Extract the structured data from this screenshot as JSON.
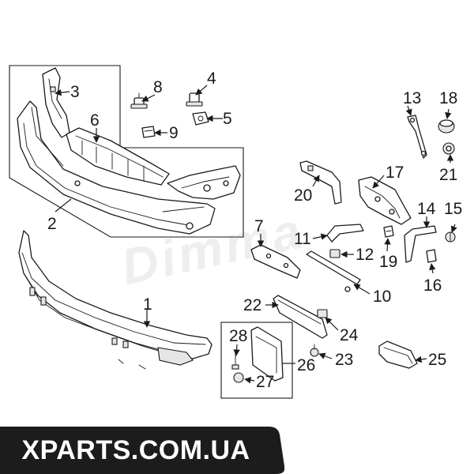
{
  "diagram": {
    "watermark": "Dimma",
    "brand": {
      "text": "XPARTS.COM.UA",
      "background": "#1c1c1c",
      "color": "#ffffff"
    },
    "line_color": "#1a1a1a",
    "callouts": [
      "1",
      "2",
      "3",
      "4",
      "5",
      "6",
      "7",
      "8",
      "9",
      "10",
      "11",
      "12",
      "13",
      "14",
      "15",
      "16",
      "17",
      "18",
      "19",
      "20",
      "21",
      "22",
      "23",
      "24",
      "25",
      "26",
      "27",
      "28"
    ]
  }
}
